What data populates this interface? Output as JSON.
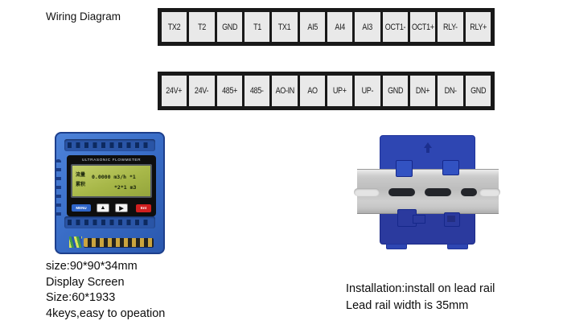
{
  "title": "Wiring Diagram",
  "terminals": {
    "top": [
      "TX2",
      "T2",
      "GND",
      "T1",
      "TX1",
      "AI5",
      "AI4",
      "AI3",
      "OCT1-",
      "OCT1+",
      "RLY-",
      "RLY+"
    ],
    "bottom": [
      "24V+",
      "24V-",
      "485+",
      "485-",
      "AO-IN",
      "AO",
      "UP+",
      "UP-",
      "GND",
      "DN+",
      "DN-",
      "GND"
    ]
  },
  "flowmeter": {
    "panel_label": "ULTRASONIC FLOWMETER",
    "lcd": {
      "side1": "流量",
      "side2": "累积",
      "line1": "0.0000 m3/h *1",
      "line2": "*2*1 m3"
    },
    "buttons": {
      "menu": "MENU",
      "up": "▲",
      "right": "▶",
      "ent": "Ent"
    }
  },
  "left_caption": {
    "line1": "size:90*90*34mm",
    "line2": "Display Screen",
    "line3": "Size:60*1933",
    "line4": "4keys,easy to opeation"
  },
  "right_caption": {
    "line1": "Installation:install on lead rail",
    "line2": "Lead rail width is 35mm"
  },
  "colors": {
    "module_blue": "#3a6ec8",
    "rail_module_blue_top": "#2e46b2",
    "rail_module_blue_bottom": "#2b3a9e",
    "rail_gray": "#c9c9c9",
    "lcd_green": "#a7b748",
    "ent_red": "#d01f1f",
    "terminal_cell_gray": "#e9e9e9",
    "strip_black": "#191919"
  }
}
